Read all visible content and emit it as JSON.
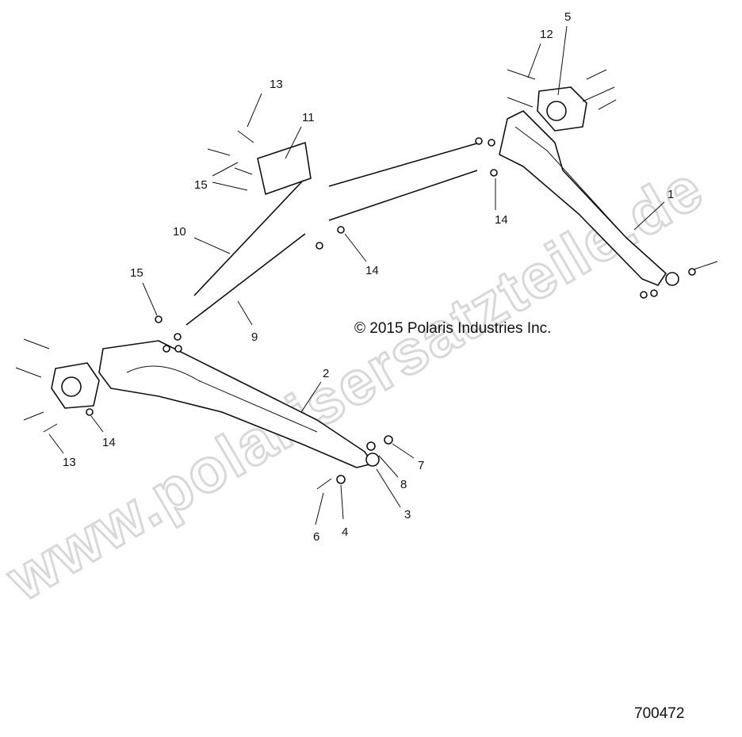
{
  "watermark": "www.polarisersatzteile.de",
  "copyright": "© 2015 Polaris Industries Inc.",
  "figure_number": "700472",
  "callouts": [
    "13",
    "11",
    "12",
    "5",
    "15",
    "10",
    "1",
    "14",
    "14",
    "15",
    "9",
    "2",
    "14",
    "13",
    "7",
    "8",
    "3",
    "4",
    "6"
  ]
}
